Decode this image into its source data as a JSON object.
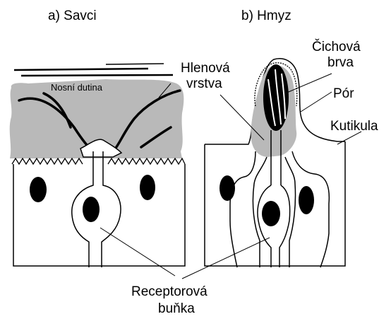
{
  "panels": {
    "mammals": {
      "caption": "a) Savci",
      "cavity_label": "Nosní dutina"
    },
    "insects": {
      "caption": "b) Hmyz"
    }
  },
  "labels": {
    "mucus_layer_line1": "Hlenová",
    "mucus_layer_line2": "vrstva",
    "cilium_line1": "Čichová",
    "cilium_line2": "brva",
    "pore": "Pór",
    "cuticle": "Kutikula",
    "receptor_line1": "Receptorová",
    "receptor_line2": "buňka"
  },
  "colors": {
    "mucus_fill": "#b9b9b9",
    "ink": "#000000",
    "paper": "#ffffff"
  }
}
